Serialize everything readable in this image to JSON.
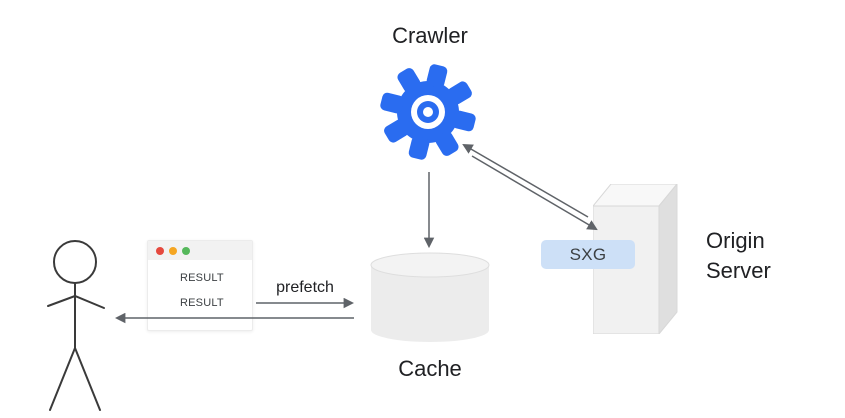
{
  "labels": {
    "crawler": "Crawler",
    "cache": "Cache",
    "origin_server": "Origin Server",
    "sxg": "SXG",
    "prefetch": "prefetch"
  },
  "browser": {
    "results": [
      "RESULT",
      "RESULT"
    ]
  },
  "icons": {
    "gear": "crawler-gear-icon",
    "cylinder": "cache-database-icon",
    "server_box": "origin-server-box-icon",
    "person": "user-stick-figure-icon"
  },
  "colors": {
    "gear_blue": "#2a6cf0",
    "sxg_bg": "#cde0f7",
    "arrow_gray": "#5f6368",
    "text_dark": "#202124",
    "server_front": "#f1f1f1",
    "server_side": "#dfdfdf",
    "server_top": "#f8f8f8",
    "cylinder_gray": "#ececec",
    "cylinder_top": "#f3f3f3",
    "dot_red": "#e5493e",
    "dot_orange": "#f5a623",
    "dot_green": "#55b85b"
  }
}
